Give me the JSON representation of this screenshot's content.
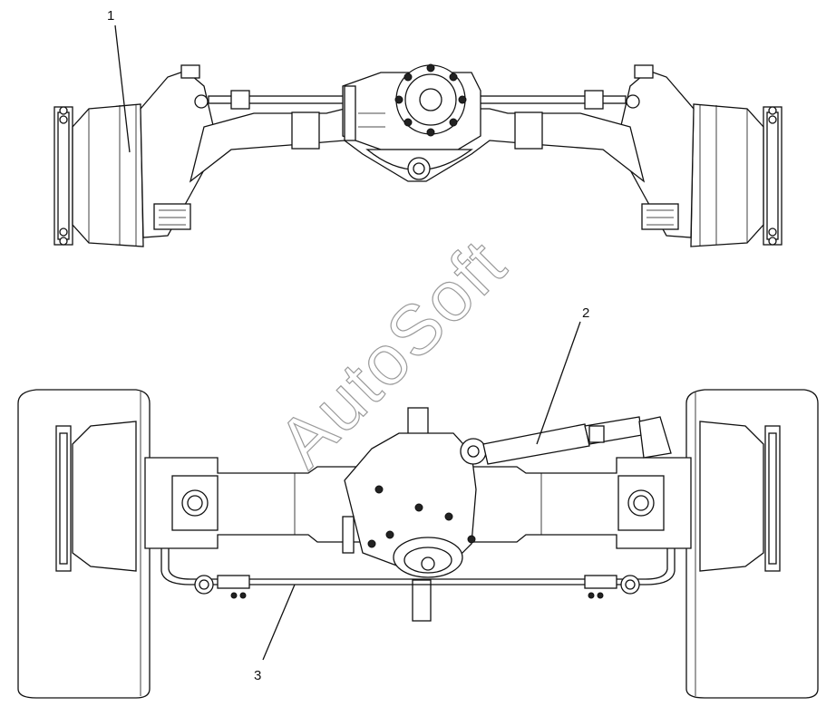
{
  "watermark": "AutoSoft",
  "callouts": [
    {
      "id": "1",
      "label": "1"
    },
    {
      "id": "2",
      "label": "2"
    },
    {
      "id": "3",
      "label": "3"
    }
  ],
  "colors": {
    "line": "#111111",
    "background": "#ffffff",
    "watermark": "#9a9a9a"
  }
}
